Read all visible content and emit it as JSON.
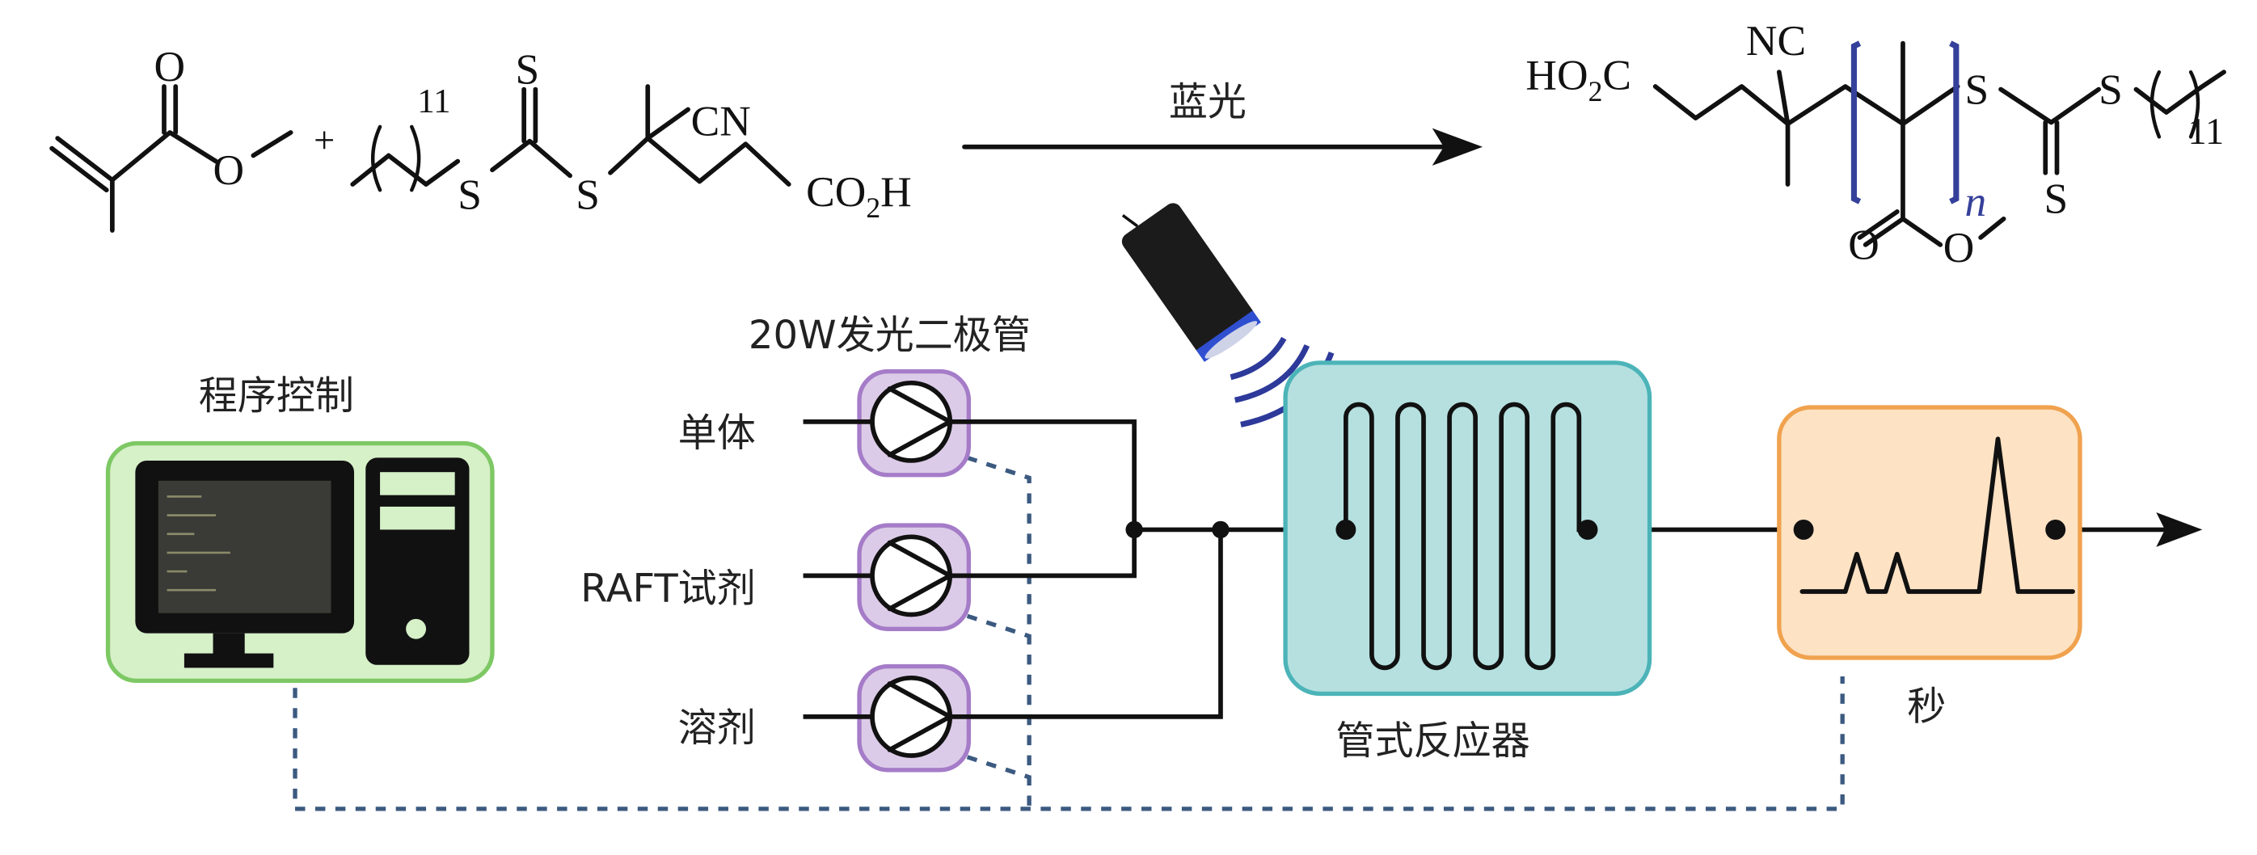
{
  "reaction": {
    "monomer_atoms": {
      "carbonyl_o": "O",
      "ester_o": "O"
    },
    "plus": "+",
    "raft_agent_atoms": {
      "repeat": "11",
      "thione_s": "S",
      "s1": "S",
      "s2": "S",
      "cyano": "CN",
      "acid": "CO",
      "acid_sub": "2",
      "acid_h": "H"
    },
    "condition": "蓝光",
    "product_atoms": {
      "acid": "HO",
      "acid_sub": "2",
      "acid_c": "C",
      "cyano": "NC",
      "repeat_n": "n",
      "s1": "S",
      "s2": "S",
      "thione_s": "S",
      "repeat": "11",
      "carbonyl_o": "O",
      "ester_o": "O"
    }
  },
  "setup": {
    "computer_label": "程序控制",
    "led_label": "20W发光二极管",
    "pumps": [
      {
        "label": "单体"
      },
      {
        "label": "RAFT试剂"
      },
      {
        "label": "溶剂"
      }
    ],
    "reactor_label": "管式反应器",
    "detector_label": "秒"
  },
  "colors": {
    "computer_fill": "#d6f0c8",
    "computer_stroke": "#7dc864",
    "pump_fill": "#dccbe8",
    "pump_stroke": "#a57cc8",
    "reactor_fill": "#b6e0e0",
    "reactor_stroke": "#4cb4b8",
    "detector_fill": "#fde2c4",
    "detector_stroke": "#f0a24e",
    "bracket": "#35409a",
    "light_waves": "#2d3a9a",
    "signal_line": "#3c5a80"
  }
}
